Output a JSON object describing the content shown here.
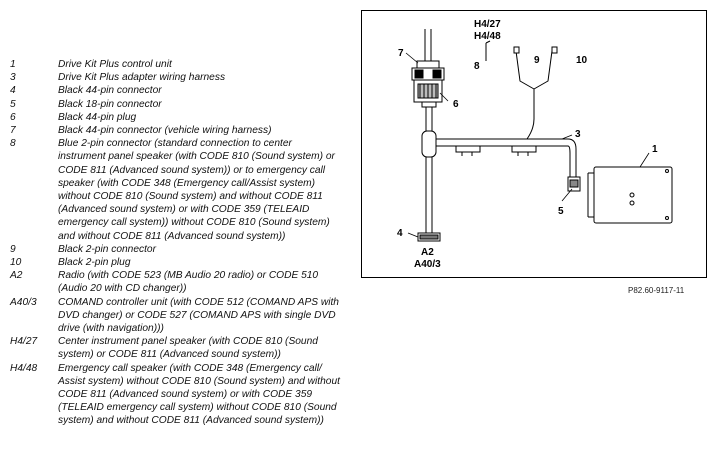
{
  "legend": [
    {
      "code": "1",
      "text": "Drive Kit Plus control unit"
    },
    {
      "code": "3",
      "text": "Drive Kit Plus adapter wiring harness"
    },
    {
      "code": "4",
      "text": "Black 44-pin connector"
    },
    {
      "code": "5",
      "text": "Black 18-pin connector"
    },
    {
      "code": "6",
      "text": "Black 44-pin plug"
    },
    {
      "code": "7",
      "text": "Black 44-pin connector (vehicle wiring harness)"
    },
    {
      "code": "8",
      "text": "Blue 2-pin connector (standard connection to center instrument panel speaker (with CODE 810 (Sound system) or CODE 811 (Advanced sound system)) or to emergency call speaker (with CODE 348 (Emergency call/Assist system) without CODE 810 (Sound system) and without CODE 811 (Advanced sound system) or with CODE 359 (TELEAID emergency call system)) without CODE 810 (Sound system) and without CODE 811 (Advanced sound system))"
    },
    {
      "code": "9",
      "text": "Black 2-pin connector"
    },
    {
      "code": "10",
      "text": "Black 2-pin plug"
    },
    {
      "code": "A2",
      "text": "Radio (with CODE 523 (MB Audio 20 radio) or CODE 510 (Audio 20 with CD changer))"
    },
    {
      "code": "A40/3",
      "text": "COMAND controller unit (with CODE 512 (COMAND APS with DVD changer) or CODE 527 (COMAND APS with single DVD drive (with navigation)))"
    },
    {
      "code": "H4/27",
      "text": "Center instrument panel speaker (with CODE 810 (Sound system) or CODE 811 (Advanced sound system))"
    },
    {
      "code": "H4/48",
      "text": "Emergency call speaker (with CODE 348 (Emergency call/ Assist system) without CODE 810 (Sound system) and without CODE 811 (Advanced sound system) or with CODE 359 (TELEAID emergency call system) without CODE 810 (Sound system) and without CODE 811 (Advanced sound system))"
    }
  ],
  "figure": {
    "callouts": {
      "c1": "1",
      "c3": "3",
      "c4": "4",
      "c5": "5",
      "c6": "6",
      "c7": "7",
      "c8": "8",
      "c9": "9",
      "c10": "10",
      "h427": "H4/27",
      "h448": "H4/48",
      "a2": "A2",
      "a403": "A40/3"
    },
    "reference": "P82.60-9117-11"
  }
}
